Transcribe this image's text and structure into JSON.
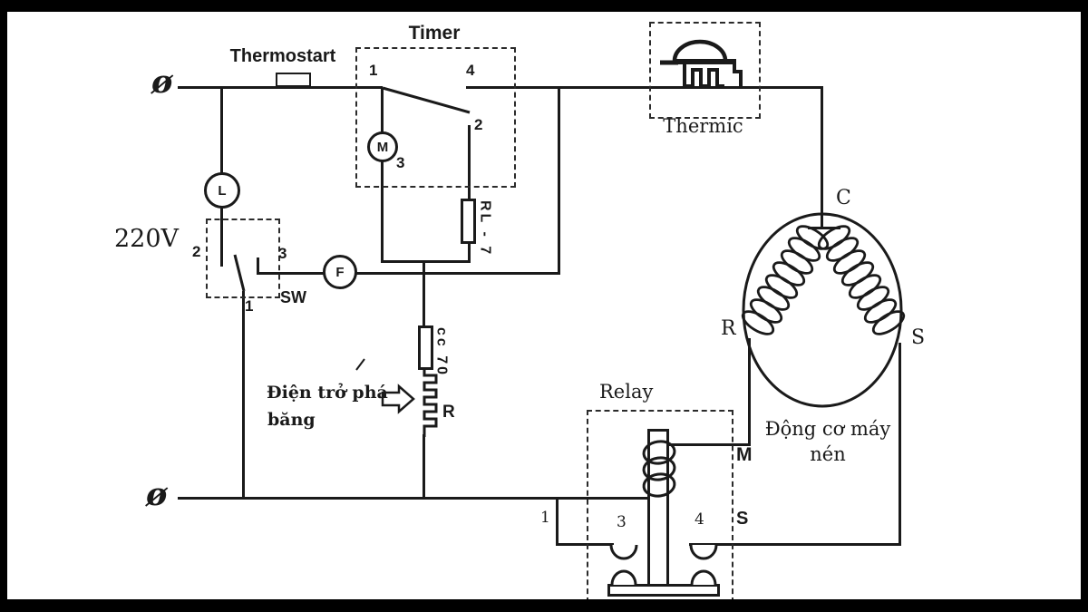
{
  "colors": {
    "line": "#1a1a1a",
    "background": "#ffffff",
    "frame": "#000000"
  },
  "supply": {
    "phase_top": "ø",
    "phase_bottom": "ø",
    "voltage": "220V"
  },
  "thermostart": {
    "label": "Thermostart"
  },
  "timer": {
    "box_label": "Timer",
    "t1": "1",
    "t2": "2",
    "t3": "3",
    "t4": "4",
    "motor": "M"
  },
  "thermic": {
    "box_label": "Thermic"
  },
  "lamp": {
    "label": "L"
  },
  "door_switch": {
    "box_label": "SW",
    "t1": "1",
    "t2": "2",
    "t3": "3"
  },
  "fan": {
    "label": "F"
  },
  "rl7": {
    "label": "RL - 7"
  },
  "cc70": {
    "label": "cc 70"
  },
  "defrost": {
    "resistor": "R",
    "note1": "Điện trở phá",
    "note2": "băng"
  },
  "relay": {
    "box_label": "Relay",
    "t1": "1",
    "t3": "3",
    "t4": "4",
    "m": "M",
    "s": "S"
  },
  "motor": {
    "c": "C",
    "r": "R",
    "s": "S",
    "caption1": "Động cơ máy",
    "caption2": "nén"
  }
}
